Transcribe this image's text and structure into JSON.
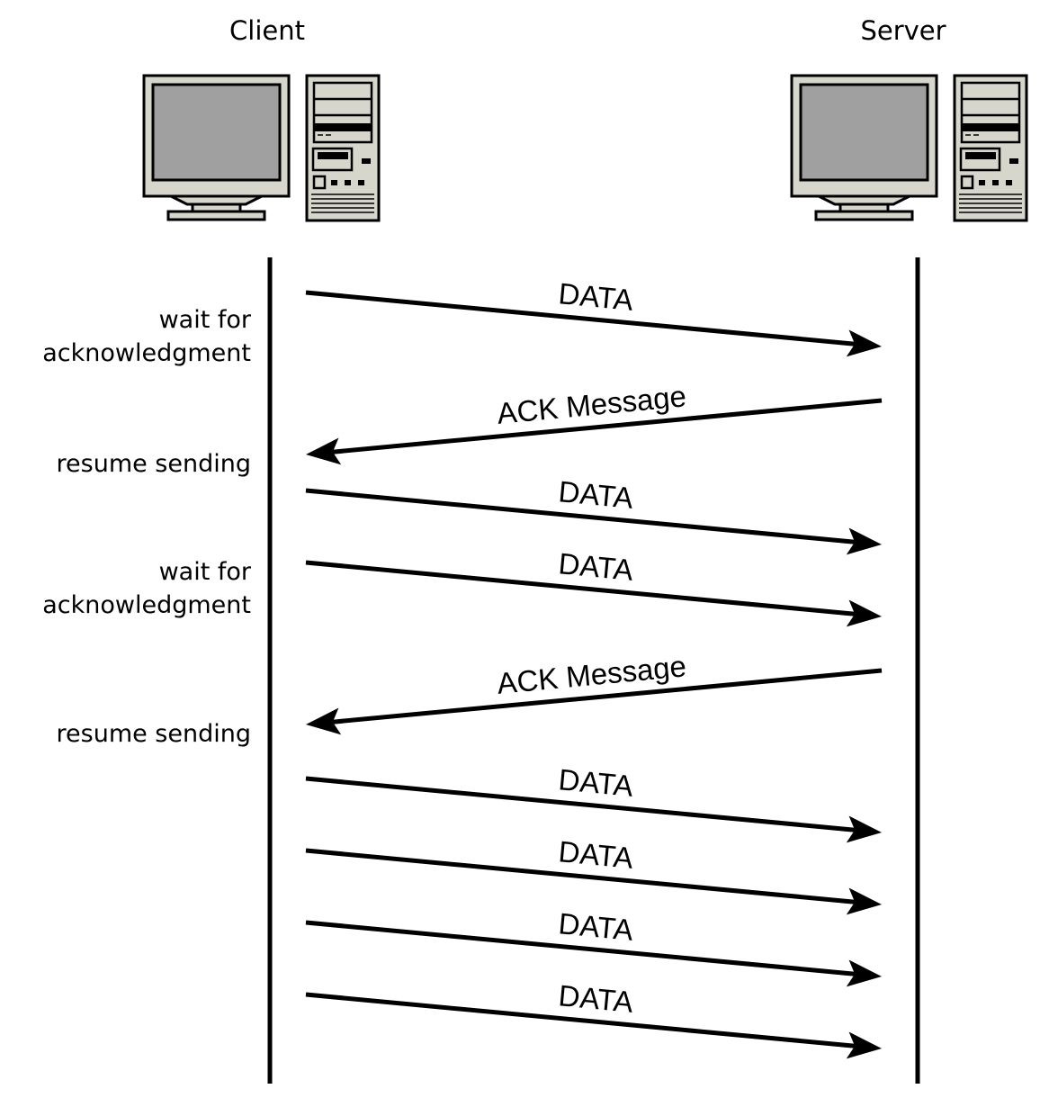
{
  "participants": {
    "client": {
      "label": "Client",
      "icon": "computer-icon"
    },
    "server": {
      "label": "Server",
      "icon": "computer-icon"
    }
  },
  "client_notes": [
    {
      "lines": [
        "wait for",
        "acknowledgment"
      ]
    },
    {
      "lines": [
        "resume sending"
      ]
    },
    {
      "lines": [
        "wait for",
        "acknowledgment"
      ]
    },
    {
      "lines": [
        "resume sending"
      ]
    }
  ],
  "messages": [
    {
      "label": "DATA",
      "direction": "client-to-server"
    },
    {
      "label": "ACK Message",
      "direction": "server-to-client"
    },
    {
      "label": "DATA",
      "direction": "client-to-server"
    },
    {
      "label": "DATA",
      "direction": "client-to-server"
    },
    {
      "label": "ACK Message",
      "direction": "server-to-client"
    },
    {
      "label": "DATA",
      "direction": "client-to-server"
    },
    {
      "label": "DATA",
      "direction": "client-to-server"
    },
    {
      "label": "DATA",
      "direction": "client-to-server"
    },
    {
      "label": "DATA",
      "direction": "client-to-server"
    }
  ],
  "colors": {
    "line": "#000000",
    "screen": "#a0a0a0",
    "casing": "#d6d6cc"
  }
}
